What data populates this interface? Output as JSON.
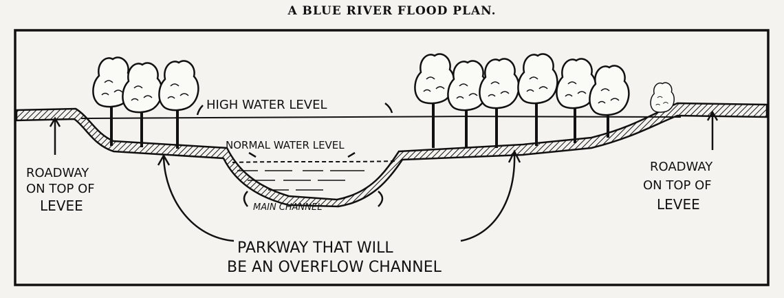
{
  "title": "A BLUE RIVER FLOOD PLAN.",
  "labels": {
    "high_water": "HIGH WATER LEVEL",
    "normal_water": "NORMAL WATER LEVEL",
    "main_channel": "MAIN CHANNEL",
    "roadway_left_1": "ROADWAY",
    "roadway_left_2": "ON TOP OF",
    "roadway_left_3": "LEVEE",
    "roadway_right_1": "ROADWAY",
    "roadway_right_2": "ON TOP OF",
    "roadway_right_3": "LEVEE",
    "parkway_1": "PARKWAY THAT WILL",
    "parkway_2": "BE AN OVERFLOW CHANNEL"
  },
  "colors": {
    "ink": "#111111",
    "paper": "#f4f3ef"
  }
}
